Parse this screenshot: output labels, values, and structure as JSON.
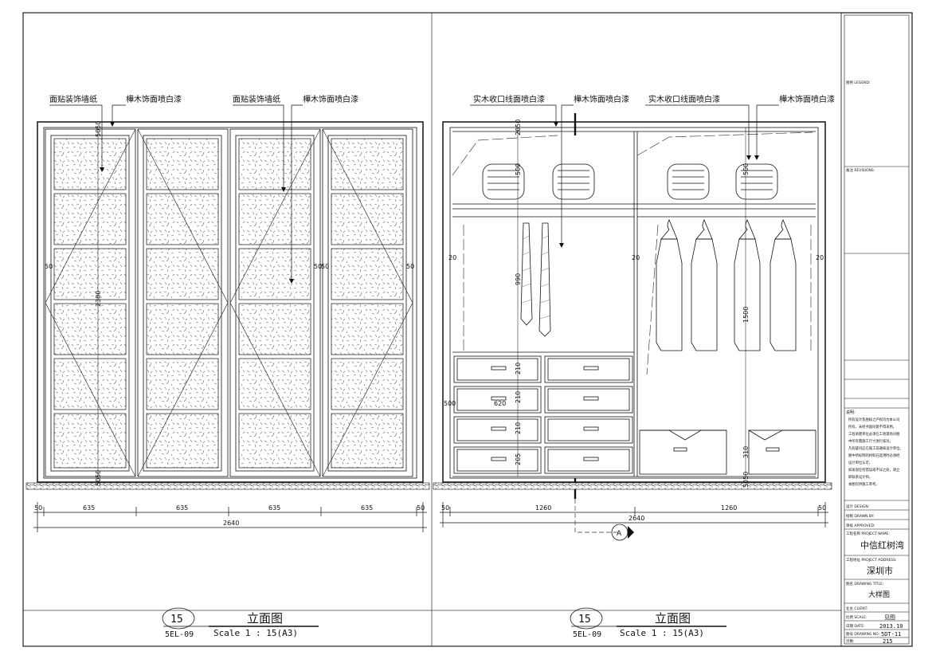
{
  "left_view": {
    "callouts": [
      "面贴装饰墙纸",
      "樺木饰面喷白漆",
      "面贴装饰墙纸",
      "樺木饰面喷白漆"
    ],
    "dims_bottom": [
      "50",
      "635",
      "635",
      "635",
      "635",
      "50"
    ],
    "dim_total": "2640",
    "dim_height": "2380",
    "dim_side": [
      "50",
      "50",
      "50",
      "50"
    ],
    "dim_top": "5050",
    "dim_bot": "5050",
    "label": {
      "number": "15",
      "sheet": "5EL-09",
      "title": "立面图",
      "scale": "Scale 1 : 15(A3)"
    }
  },
  "right_view": {
    "callouts": [
      "实木收口线面喷白漆",
      "樺木饰面喷白漆",
      "实木收口线面喷白漆",
      "樺木饰面喷白漆"
    ],
    "dims_bottom": [
      "50",
      "1260",
      "1260",
      "50"
    ],
    "dim_total": "2640",
    "dim_shelf": [
      "500",
      "500"
    ],
    "dim_hang": "990",
    "dim_hang2": "1500",
    "dim_drawers": [
      "210",
      "210",
      "210",
      "205"
    ],
    "dim_drawer_width": "620",
    "dim_box": "310",
    "dim_side": [
      "20",
      "20",
      "20"
    ],
    "dim_left": "500",
    "dim_top": "2050",
    "dim_bot": "5050",
    "section_marker": "A",
    "label": {
      "number": "15",
      "sheet": "5EL-09",
      "title": "立面图",
      "scale": "Scale 1 : 15(A3)"
    }
  },
  "title_block": {
    "legend": "图例 LEGEND:",
    "revisions": "备注 REVISIONS:",
    "notes_title": "说明:",
    "notes": [
      "所有设计及图样之产权均为本公司",
      "所有，未经书面同意不得采用。",
      "工程承建单位必须在工地现场对图",
      "中所有需施工尺寸进行核对。",
      "凡有疑问应在施工前通知设计单位。",
      "图中所标明的材料在选用时必须经",
      "设计单位认可。",
      "如发现任何错误或不详之处，请立",
      "即联系设计师。",
      "本图仅供施工参考。"
    ],
    "design": "设计 DESIGN:",
    "drawn": "绘制 DRAWN BY:",
    "checked": "审核 APPROVED:",
    "project_label": "工程名称 PROJECT NAME:",
    "project_name": "中信红树湾",
    "address_label": "工程地址 PROJECT ADDRESS:",
    "address": "深圳市",
    "drawing_label": "图名 DRAWING TITLE:",
    "drawing_title": "大样图",
    "client_label": "业主 CLIENT:",
    "scale_label": "比例 SCALE:",
    "scale_value": "见图",
    "date_label": "日期 DATE:",
    "date_value": "2013.10",
    "no_label": "图号 DRAWING NO:",
    "no_value": "5DT-11",
    "page_label": "页数:",
    "page_value": "215"
  }
}
